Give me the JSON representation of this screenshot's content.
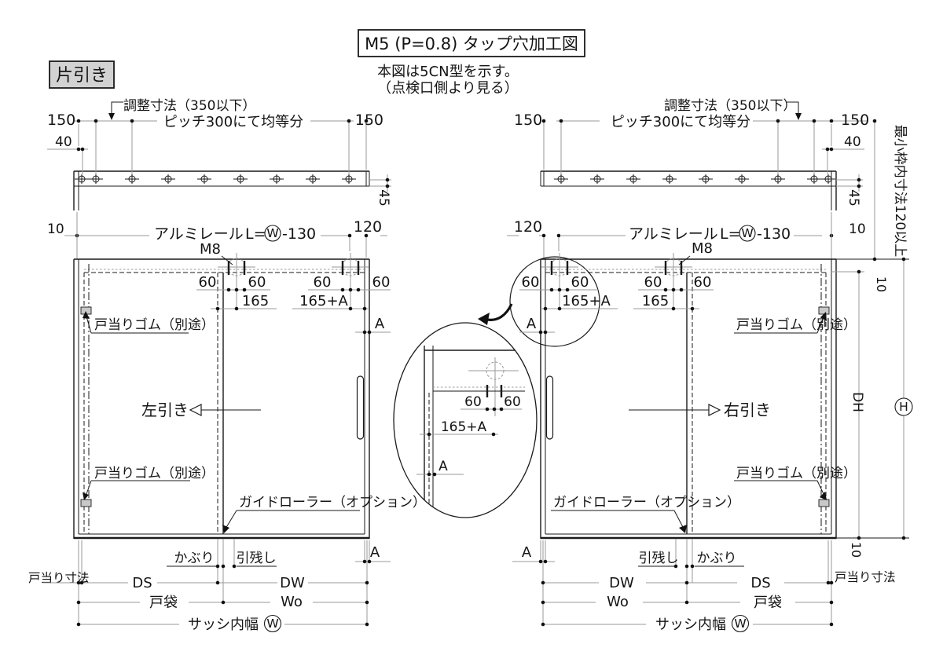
{
  "title": {
    "heading": "M5 (P=0.8) タップ穴加工図",
    "note1": "本図は5CN型を示す。",
    "note2": "（点検口側より見る）"
  },
  "variant_label": "片引き",
  "labels": {
    "adjust": "調整寸法（350以下）",
    "pitch": "ピッチ300にて均等分",
    "alumi_rail": "アルミレール",
    "rail_len_prefix": "L=",
    "rail_len_suffix": "-130",
    "m8": "M8",
    "door_stop": "戸当りゴム（別途）",
    "guide_roller": "ガイドローラー（オプション）",
    "slide_left": "左引き",
    "slide_right": "右引き",
    "kaburi": "かぶり",
    "hikinokoshi": "引残し",
    "toatari": "戸当り寸法",
    "tobukuro": "戸袋",
    "sash_inner": "サッシ内幅",
    "min_frame": "最小枠内寸法120以上"
  },
  "dims": {
    "n150": "150",
    "n40": "40",
    "n45": "45",
    "n10": "10",
    "n120": "120",
    "n60": "60",
    "n165": "165",
    "n165a": "165+A",
    "a": "A",
    "ds": "DS",
    "dw": "DW",
    "wo": "Wo",
    "dh": "DH",
    "h": "H",
    "w": "W"
  },
  "colors": {
    "line": "#1a1a1a",
    "dim_line": "#9a9a9a",
    "label_box_bg": "#d2d2d2"
  }
}
